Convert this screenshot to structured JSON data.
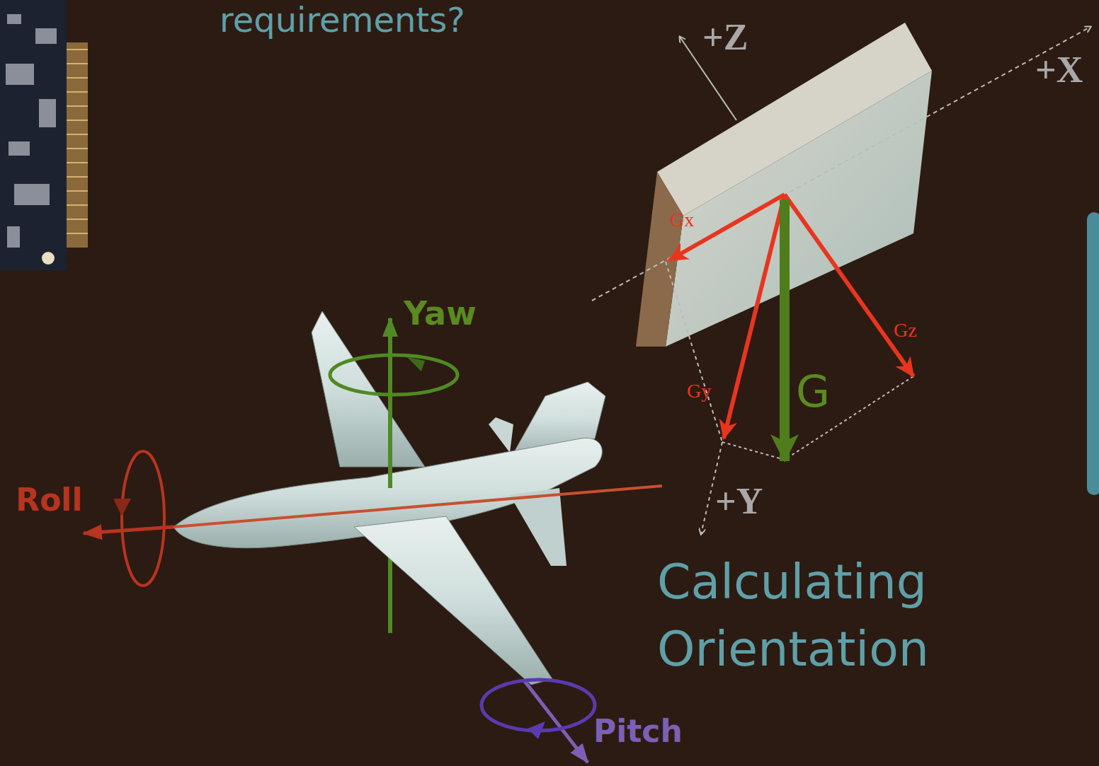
{
  "diagram": {
    "labels": [
      "requirements?",
      "+Z",
      "+X",
      "Gx",
      "Gy",
      "Gz",
      "G",
      "+Y",
      "Yaw",
      "Roll",
      "Pitch",
      "Calculating Orientation"
    ]
  }
}
